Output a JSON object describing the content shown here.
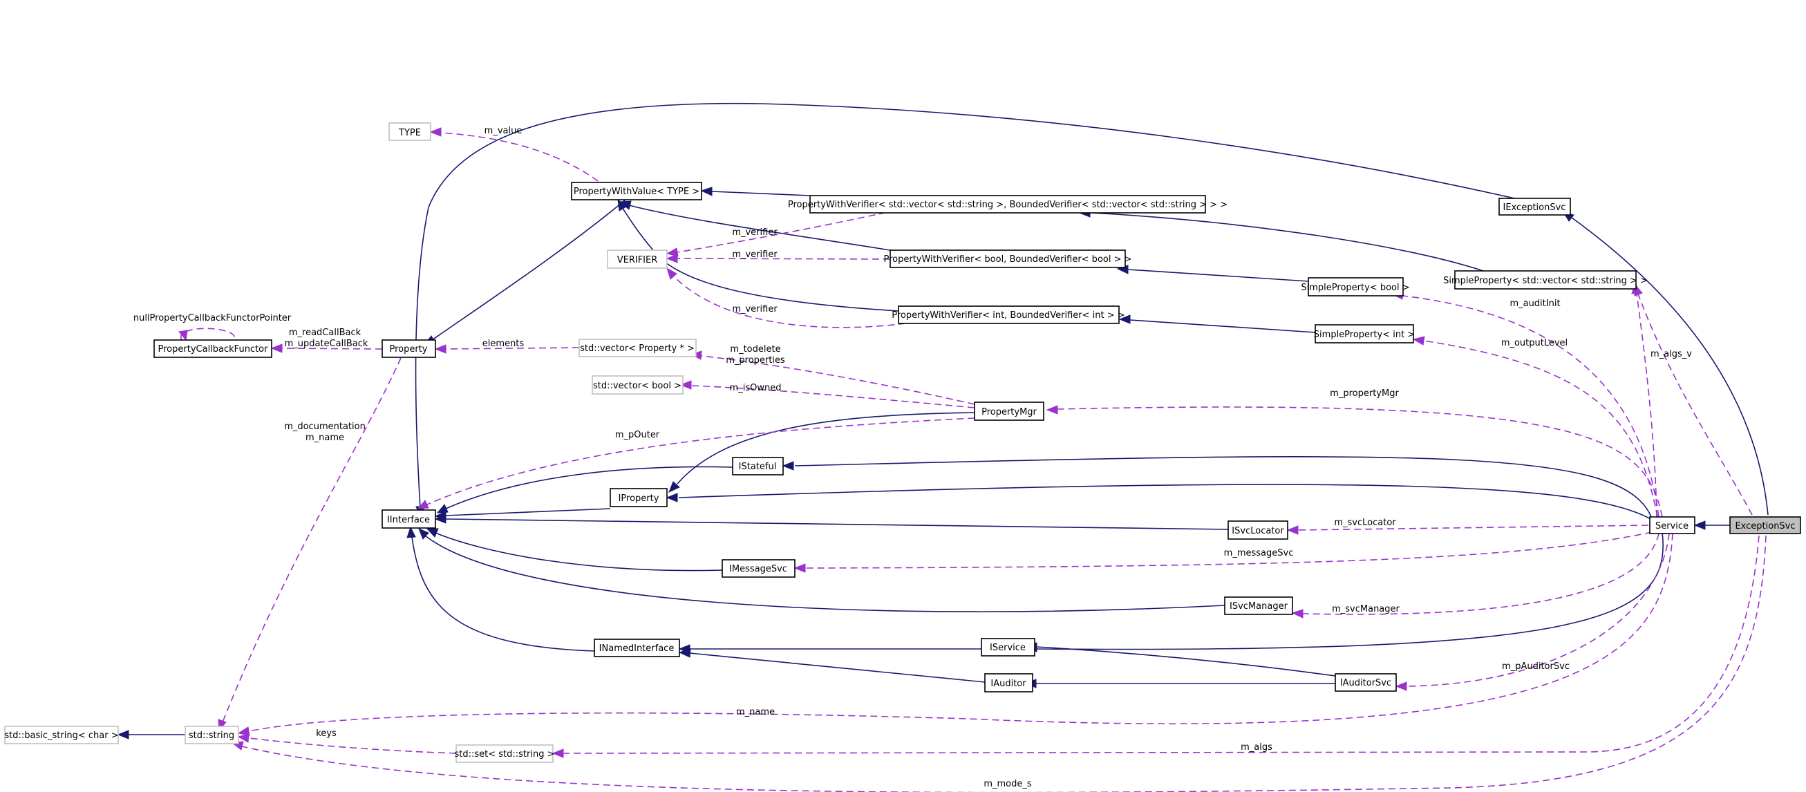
{
  "nodes": [
    {
      "id": "exceptionsvc",
      "label": "ExceptionSvc",
      "style": "focus"
    },
    {
      "id": "service",
      "label": "Service",
      "style": "solid"
    },
    {
      "id": "iexceptionsvc",
      "label": "IExceptionSvc",
      "style": "solid"
    },
    {
      "id": "type",
      "label": "TYPE",
      "style": "template"
    },
    {
      "id": "pwv",
      "label": "PropertyWithValue< TYPE >",
      "style": "solid"
    },
    {
      "id": "pwv_vec",
      "label": "PropertyWithVerifier< std::vector< std::string >, BoundedVerifier< std::vector< std::string > > >",
      "style": "solid"
    },
    {
      "id": "verifier",
      "label": "VERIFIER",
      "style": "template"
    },
    {
      "id": "pwv_bool",
      "label": "PropertyWithVerifier< bool, BoundedVerifier< bool > >",
      "style": "solid"
    },
    {
      "id": "sp_bool",
      "label": "SimpleProperty< bool >",
      "style": "solid"
    },
    {
      "id": "sp_vec",
      "label": "SimpleProperty< std::vector< std::string > >",
      "style": "solid"
    },
    {
      "id": "pwv_int",
      "label": "PropertyWithVerifier< int, BoundedVerifier< int > >",
      "style": "solid"
    },
    {
      "id": "sp_int",
      "label": "SimpleProperty< int >",
      "style": "solid"
    },
    {
      "id": "pcf",
      "label": "PropertyCallbackFunctor",
      "style": "solid"
    },
    {
      "id": "property",
      "label": "Property",
      "style": "solid"
    },
    {
      "id": "vecprop",
      "label": "std::vector< Property * >",
      "style": "template"
    },
    {
      "id": "vecbool",
      "label": "std::vector< bool >",
      "style": "template"
    },
    {
      "id": "propmgr",
      "label": "PropertyMgr",
      "style": "solid"
    },
    {
      "id": "istateful",
      "label": "IStateful",
      "style": "solid"
    },
    {
      "id": "iproperty",
      "label": "IProperty",
      "style": "solid"
    },
    {
      "id": "iinterface",
      "label": "IInterface",
      "style": "solid"
    },
    {
      "id": "isvclocator",
      "label": "ISvcLocator",
      "style": "solid"
    },
    {
      "id": "imessagesvc",
      "label": "IMessageSvc",
      "style": "solid"
    },
    {
      "id": "isvcmanager",
      "label": "ISvcManager",
      "style": "solid"
    },
    {
      "id": "inamedinterface",
      "label": "INamedInterface",
      "style": "solid"
    },
    {
      "id": "iservice",
      "label": "IService",
      "style": "solid"
    },
    {
      "id": "iauditor",
      "label": "IAuditor",
      "style": "solid"
    },
    {
      "id": "iauditorsvc",
      "label": "IAuditorSvc",
      "style": "solid"
    },
    {
      "id": "basic_string",
      "label": "std::basic_string< char >",
      "style": "template"
    },
    {
      "id": "stdstring",
      "label": "std::string",
      "style": "template"
    },
    {
      "id": "setstring",
      "label": "std::set< std::string >",
      "style": "template"
    }
  ],
  "edge_labels": [
    {
      "id": "m_value",
      "text": "m_value"
    },
    {
      "id": "m_verifier_1",
      "text": "m_verifier"
    },
    {
      "id": "m_verifier_2",
      "text": "m_verifier"
    },
    {
      "id": "m_verifier_3",
      "text": "m_verifier"
    },
    {
      "id": "nullpcfp",
      "text": "nullPropertyCallbackFunctorPointer"
    },
    {
      "id": "m_readcallback",
      "text": "m_readCallBack"
    },
    {
      "id": "m_updatecallback",
      "text": "m_updateCallBack"
    },
    {
      "id": "elements",
      "text": "elements"
    },
    {
      "id": "m_todelete",
      "text": "m_todelete"
    },
    {
      "id": "m_properties",
      "text": "m_properties"
    },
    {
      "id": "m_isowned",
      "text": "m_isOwned"
    },
    {
      "id": "m_poutor",
      "text": "m_pOuter"
    },
    {
      "id": "m_documentation",
      "text": "m_documentation"
    },
    {
      "id": "m_name_prop",
      "text": "m_name"
    },
    {
      "id": "m_auditinit",
      "text": "m_auditInit"
    },
    {
      "id": "m_algs_v",
      "text": "m_algs_v"
    },
    {
      "id": "m_outputlevel",
      "text": "m_outputLevel"
    },
    {
      "id": "m_propertymgr",
      "text": "m_propertyMgr"
    },
    {
      "id": "m_svclocator",
      "text": "m_svcLocator"
    },
    {
      "id": "m_messagesvc",
      "text": "m_messageSvc"
    },
    {
      "id": "m_svcmanager",
      "text": "m_svcManager"
    },
    {
      "id": "m_pauditorsvc",
      "text": "m_pAuditorSvc"
    },
    {
      "id": "m_name_svc",
      "text": "m_name"
    },
    {
      "id": "keys",
      "text": "keys"
    },
    {
      "id": "m_algs",
      "text": "m_algs"
    },
    {
      "id": "m_mode_s",
      "text": "m_mode_s"
    }
  ],
  "colors": {
    "inheritance_edge": "#191970",
    "usage_edge": "#9a32cd",
    "focus_fill": "#bfbfbf",
    "template_border": "#c0c0c0"
  }
}
